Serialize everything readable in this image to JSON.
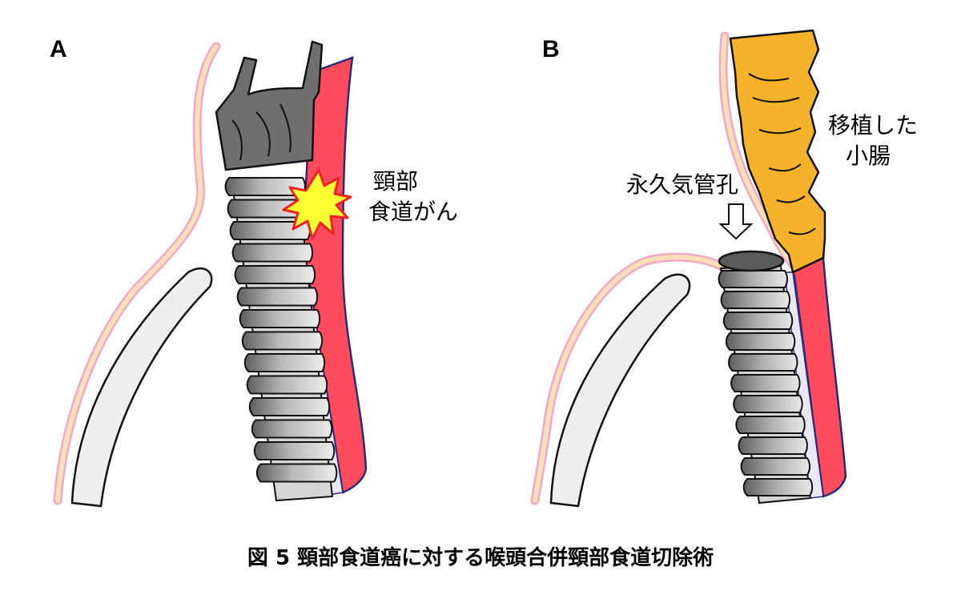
{
  "panels": {
    "a": {
      "letter": "A",
      "tumor_label": [
        "頸部",
        "食道がん"
      ]
    },
    "b": {
      "letter": "B",
      "graft_label": [
        "移植した",
        "小腸"
      ],
      "stoma_label": "永久気管孔"
    }
  },
  "caption": "図 5 頸部食道癌に対する喉頭合併頸部食道切除術",
  "colors": {
    "skin_fill": "#fde0b8",
    "skin_edge": "#f2a7c8",
    "sternum": "#eeeeee",
    "esophagus": "#ff4c5c",
    "esophagus_edge": "#2a2a7a",
    "trachea_ring": "#8a8a8a",
    "larynx": "#6f6f6f",
    "tumor": "#ffff33",
    "tumor_edge": "#ee2222",
    "graft": "#f5b22b",
    "stoma_arrow": "#ffffff"
  },
  "icons": {
    "stoma_arrow": "down-arrow-icon",
    "tumor": "starburst-icon"
  }
}
